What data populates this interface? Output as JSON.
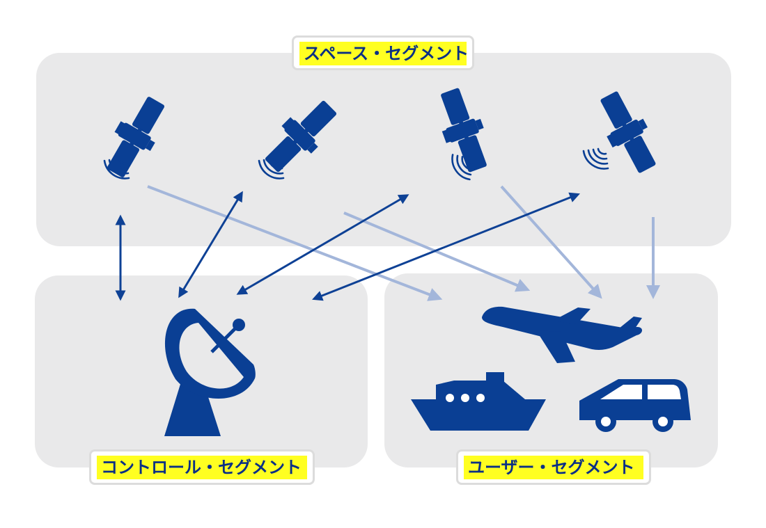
{
  "segments": {
    "space": {
      "label": "スペース・セグメント"
    },
    "control": {
      "label": "コントロール・セグメント"
    },
    "user": {
      "label": "ユーザー・セグメント"
    }
  },
  "colors": {
    "icon": "#0a3f94",
    "control_arrow": "#0e4195",
    "signal_arrow": "#a3b6da",
    "panel": "#e9e9ea",
    "label_highlight": "#ffff21"
  },
  "icons": {
    "satellites": [
      "satellite-icon",
      "satellite-icon",
      "satellite-icon",
      "satellite-icon"
    ],
    "control": "satellite-dish-icon",
    "user": [
      "airplane-icon",
      "ship-icon",
      "car-icon"
    ]
  }
}
